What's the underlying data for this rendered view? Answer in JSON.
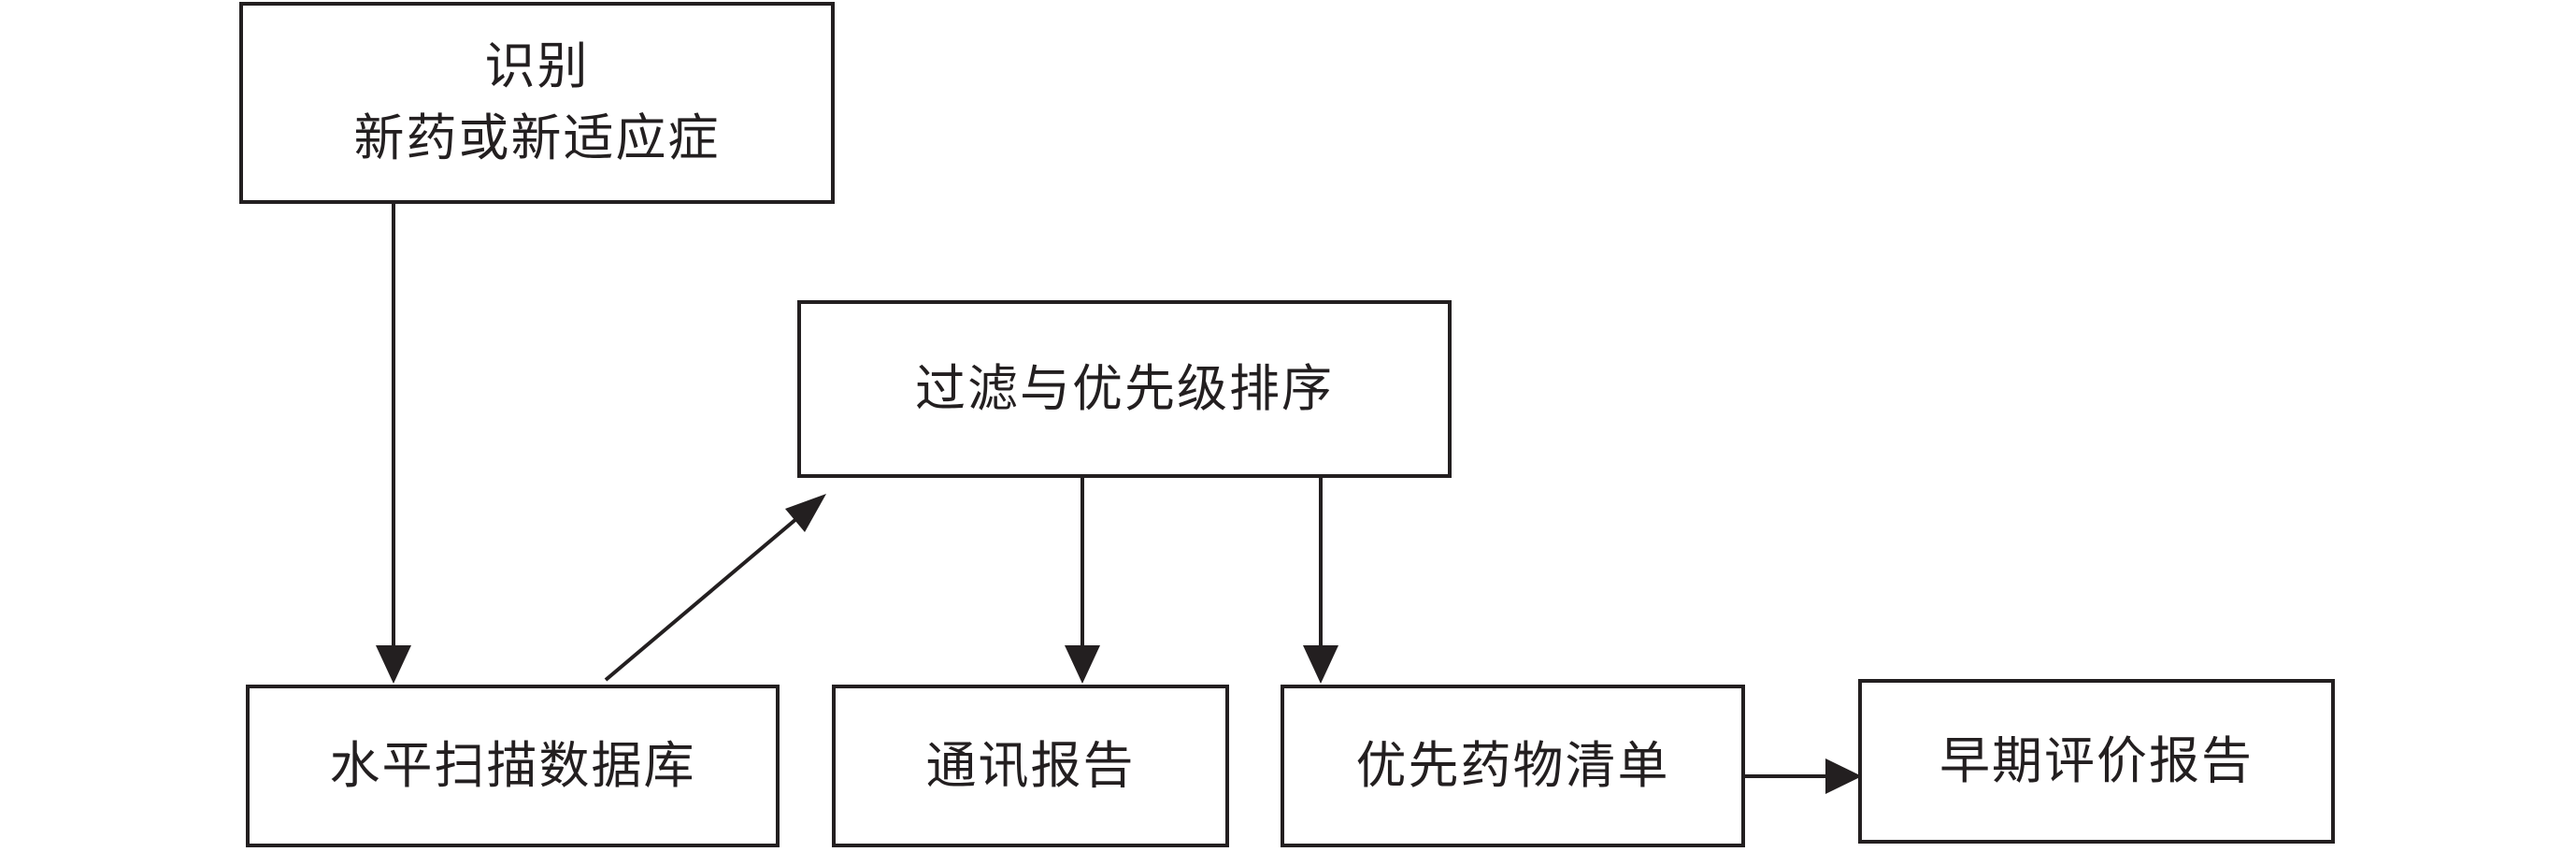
{
  "diagram_title": "",
  "nodes": {
    "identify": {
      "line1": "识别",
      "line2": "新药或新适应症"
    },
    "filter": {
      "label": "过滤与优先级排序"
    },
    "database": {
      "label": "水平扫描数据库"
    },
    "newsletter": {
      "label": "通讯报告"
    },
    "priority": {
      "label": "优先药物清单"
    },
    "early": {
      "label": "早期评价报告"
    }
  },
  "edges": [
    {
      "from": "identify",
      "to": "database",
      "direction": "down"
    },
    {
      "from": "database",
      "to": "filter",
      "direction": "up-right-diagonal"
    },
    {
      "from": "filter",
      "to": "newsletter",
      "direction": "down"
    },
    {
      "from": "filter",
      "to": "priority",
      "direction": "down"
    },
    {
      "from": "priority",
      "to": "early",
      "direction": "right"
    }
  ],
  "colors": {
    "line": "#231f20",
    "text": "#231f20",
    "background": "#ffffff"
  }
}
